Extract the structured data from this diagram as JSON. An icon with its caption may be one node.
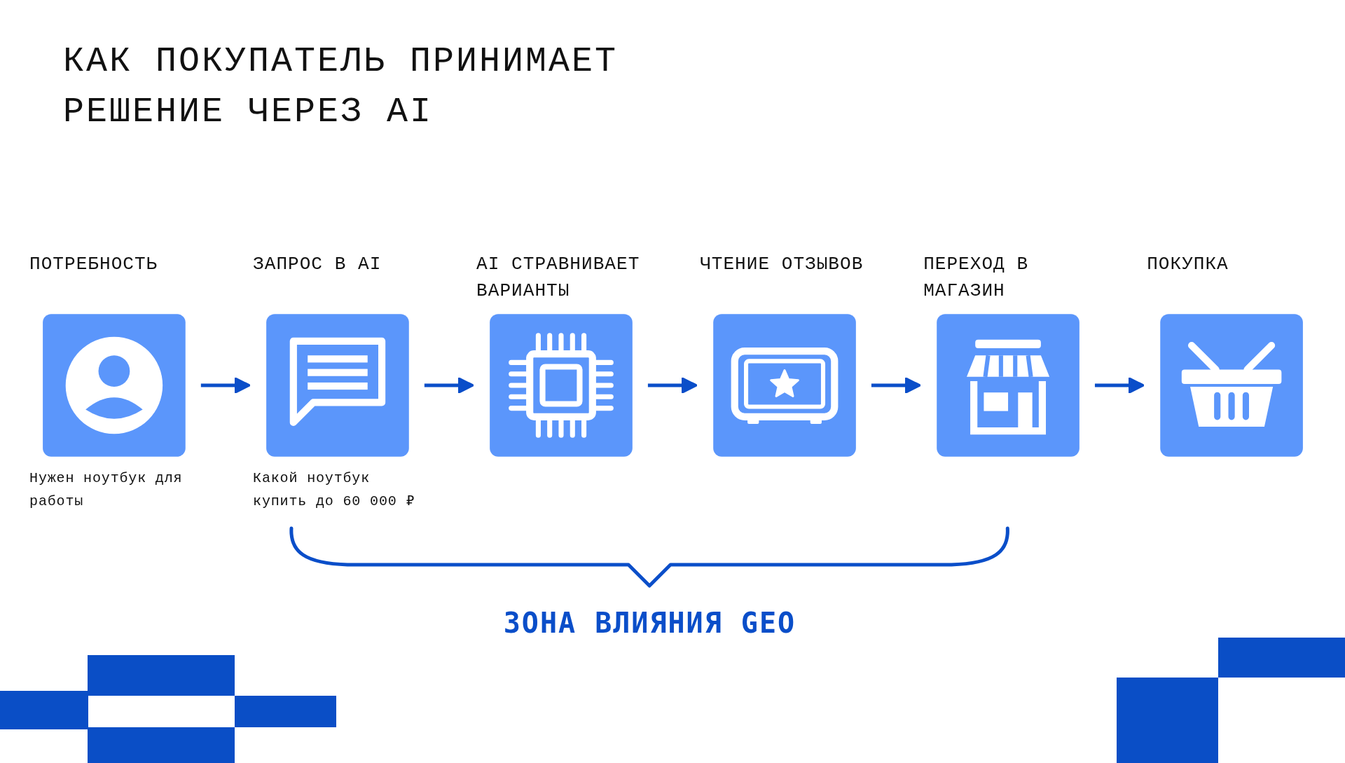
{
  "diagram": {
    "title": "КАК ПОКУПАТЕЛЬ ПРИНИМАЕТ РЕШЕНИЕ ЧЕРЕЗ AI",
    "nodes": [
      {
        "text": [
          "ПОТРЕБНОСТЬ"
        ],
        "beside": [
          "Нужен ноутбук для работы"
        ]
      },
      {
        "text": [
          "ЗАПРОС В AI"
        ],
        "beside": [
          "Какой ноутбук купить до 60 000 ₽"
        ]
      },
      {
        "text": [
          "AI СТРАВНИВАЕТ ВАРИАНТЫ"
        ]
      },
      {
        "text": [
          "ЧТЕНИЕ ОТЗЫВОВ"
        ]
      },
      {
        "text": [
          "ПЕРЕХОД В МАГАЗИН"
        ]
      },
      {
        "text": [
          "ПОКУПКА"
        ]
      }
    ],
    "edges": [
      {
        "from": 0,
        "to": 1,
        "arrow": "to"
      },
      {
        "from": 1,
        "to": 2,
        "arrow": "to"
      },
      {
        "from": 2,
        "to": 3,
        "arrow": "to"
      },
      {
        "from": 3,
        "to": 4,
        "arrow": "to"
      },
      {
        "from": 4,
        "to": 5,
        "arrow": "to"
      }
    ],
    "labels": [
      "ЗОНА ВЛИЯНИЯ GEO"
    ]
  }
}
